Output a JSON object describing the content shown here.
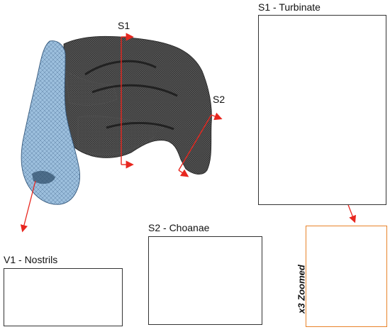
{
  "labels": {
    "s1_marker": "S1",
    "s2_marker": "S2",
    "s1_panel": "S1 - Turbinate",
    "s2_panel": "S2 - Choanae",
    "v1_panel": "V1 - Nostrils",
    "zoom": "x3 Zoomed"
  },
  "colors": {
    "mesh_dark": "#3a3a3a",
    "mesh_gray": "#9a9a9a",
    "mesh_blue": "#8fb3d4",
    "arrow_red": "#e8271f",
    "zoom_box": "#e8832a",
    "panel_border": "#333333"
  }
}
